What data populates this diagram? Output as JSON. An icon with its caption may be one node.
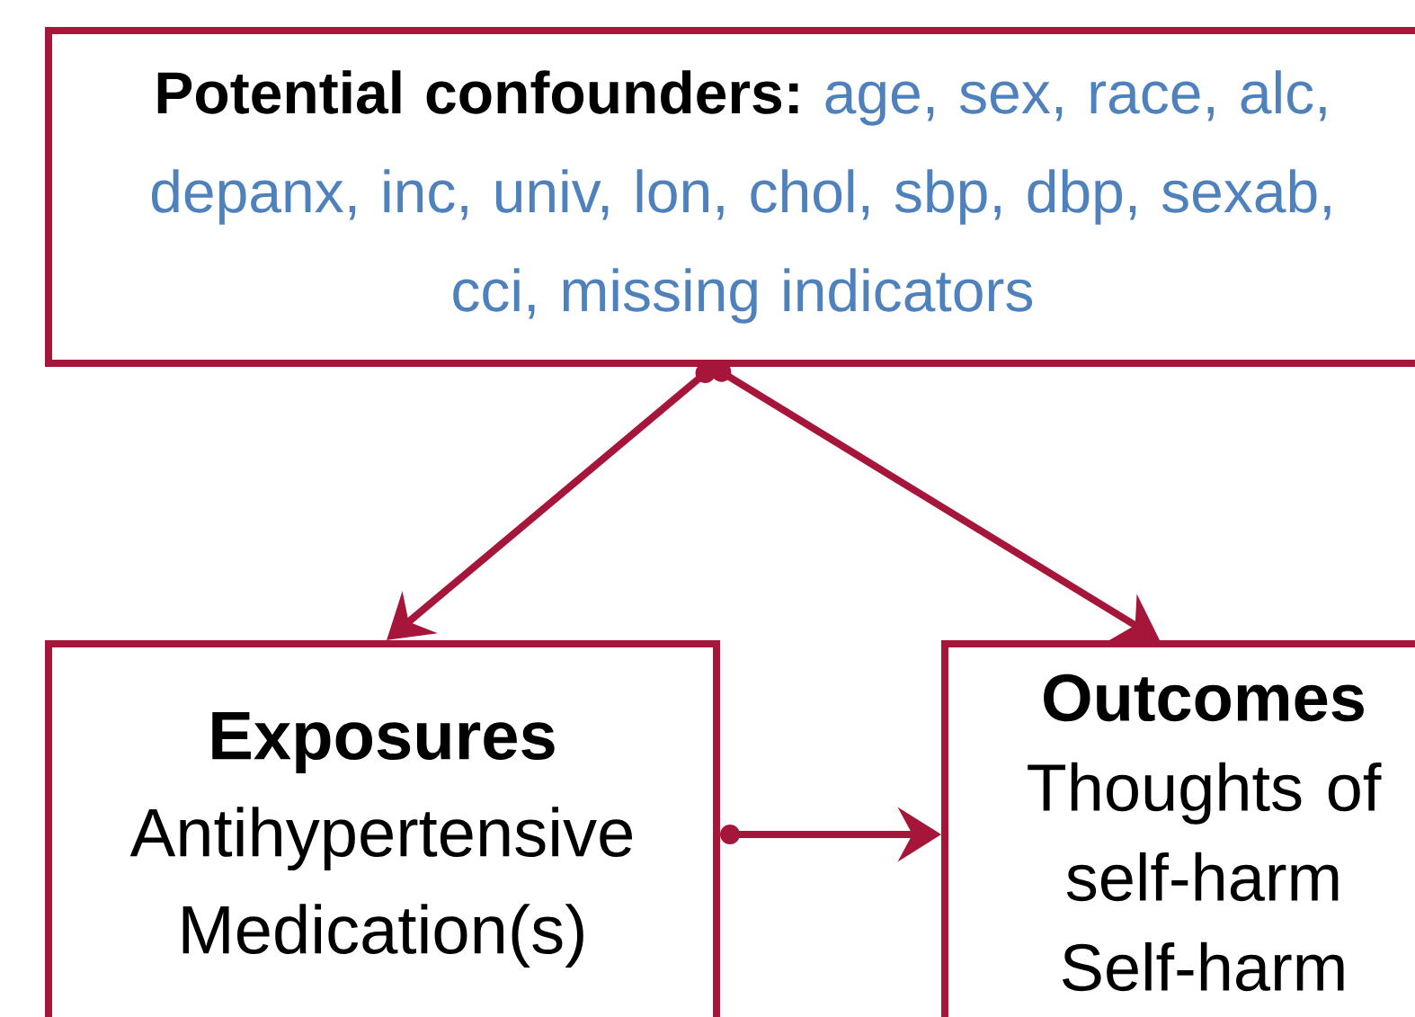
{
  "diagram": {
    "nodes": [
      {
        "text": [
          "Potential confounders:",
          "age, sex, race, alc, depanx, inc, univ, lon, chol, sbp, dbp, sexab, cci, missing indicators"
        ]
      },
      {
        "text": [
          "Exposures",
          "Antihypertensive Medication(s)"
        ]
      },
      {
        "text": [
          "Outcomes",
          "Thoughts of self-harm",
          "Self-harm"
        ]
      }
    ],
    "edges": [
      {
        "from": 0,
        "to": 1,
        "arrow": "to"
      },
      {
        "from": 0,
        "to": 2,
        "arrow": "to"
      },
      {
        "from": 1,
        "to": 2,
        "arrow": "to"
      }
    ]
  }
}
